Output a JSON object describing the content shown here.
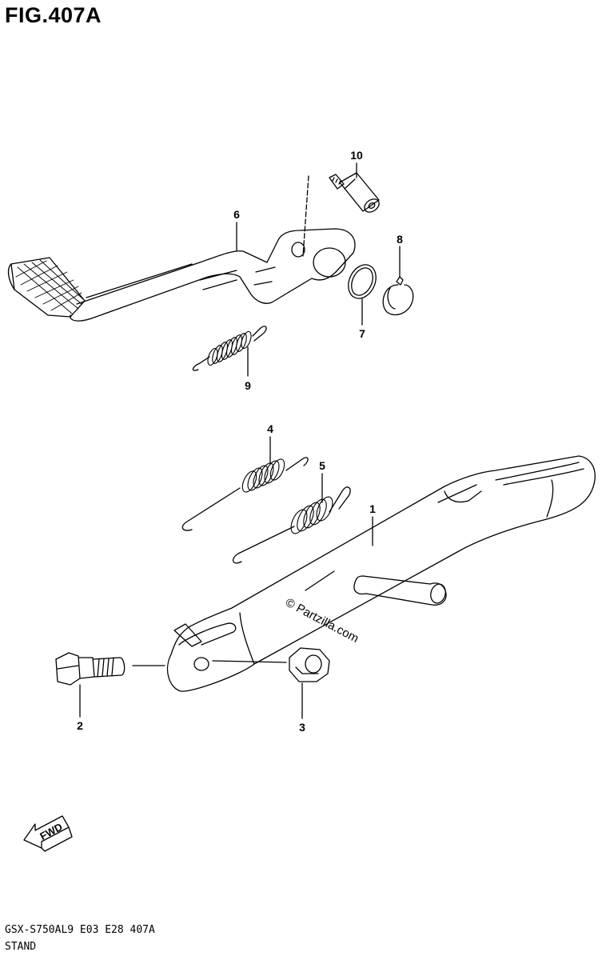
{
  "figure": {
    "title": "FIG.407A",
    "model_code": "GSX-S750AL9  E03  E28  407A",
    "section_name": "STAND",
    "watermark": "© Partzilla.com",
    "fwd_label": "FWD"
  },
  "callouts": [
    {
      "id": "callout-1",
      "number": "1"
    },
    {
      "id": "callout-2",
      "number": "2"
    },
    {
      "id": "callout-3",
      "number": "3"
    },
    {
      "id": "callout-4",
      "number": "4"
    },
    {
      "id": "callout-5",
      "number": "5"
    },
    {
      "id": "callout-6",
      "number": "6"
    },
    {
      "id": "callout-7",
      "number": "7"
    },
    {
      "id": "callout-8",
      "number": "8"
    },
    {
      "id": "callout-9",
      "number": "9"
    },
    {
      "id": "callout-10",
      "number": "10"
    }
  ],
  "colors": {
    "line": "#000000",
    "background": "#ffffff"
  }
}
